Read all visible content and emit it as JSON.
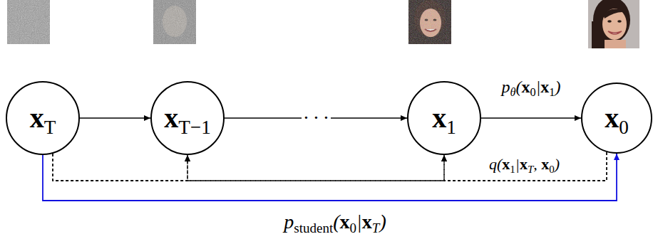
{
  "diagram": {
    "nodes": [
      {
        "text": [
          "xT"
        ]
      },
      {
        "text": [
          "xT−1"
        ]
      },
      {
        "text": [
          "x1"
        ]
      },
      {
        "text": [
          "x0"
        ]
      }
    ],
    "edges": [
      {
        "from": 0,
        "to": 1,
        "arrow": "to"
      },
      {
        "from": 1,
        "to": 2,
        "arrow": "to",
        "label": "· · ·"
      },
      {
        "from": 2,
        "to": 3,
        "arrow": "to",
        "label": "pθ(x0|x1)"
      },
      {
        "from": 0,
        "to": 1,
        "arrow": "to"
      },
      {
        "from": 0,
        "to": 2,
        "arrow": "to"
      },
      {
        "from": 3,
        "to": 1,
        "arrow": "to"
      },
      {
        "from": 3,
        "to": 2,
        "arrow": "to"
      },
      {
        "from": 0,
        "to": 3,
        "arrow": "to",
        "label": "pstudent(x0|xT)"
      }
    ],
    "labels": [
      "q(x1|xT, x0)"
    ]
  }
}
